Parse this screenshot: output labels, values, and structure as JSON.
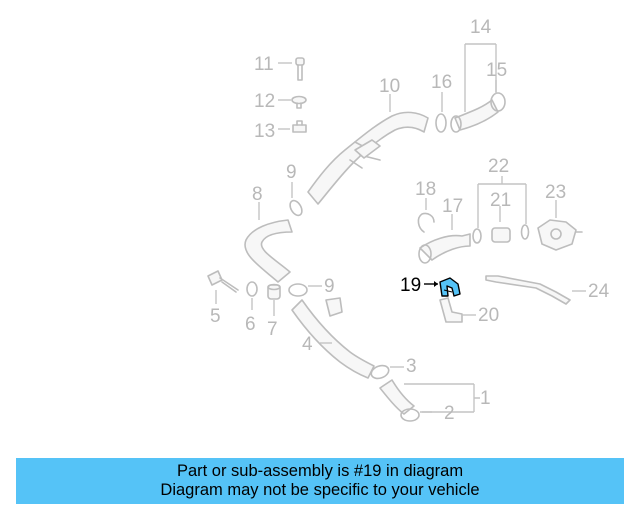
{
  "diagram": {
    "highlight_color": "#55c3f7",
    "labels": {
      "p1": "1",
      "p2": "2",
      "p3": "3",
      "p4": "4",
      "p5": "5",
      "p6": "6",
      "p7": "7",
      "p8": "8",
      "p9a": "9",
      "p9b": "9",
      "p10": "10",
      "p11": "11",
      "p12": "12",
      "p13": "13",
      "p14": "14",
      "p15": "15",
      "p16": "16",
      "p17": "17",
      "p18": "18",
      "p19": "19",
      "p20": "20",
      "p21": "21",
      "p22": "22",
      "p23": "23",
      "p24": "24"
    }
  },
  "banner": {
    "line1": "Part or sub-assembly is #19 in diagram",
    "line2": "Diagram may not be specific to your vehicle",
    "background": "#55c3f7"
  }
}
